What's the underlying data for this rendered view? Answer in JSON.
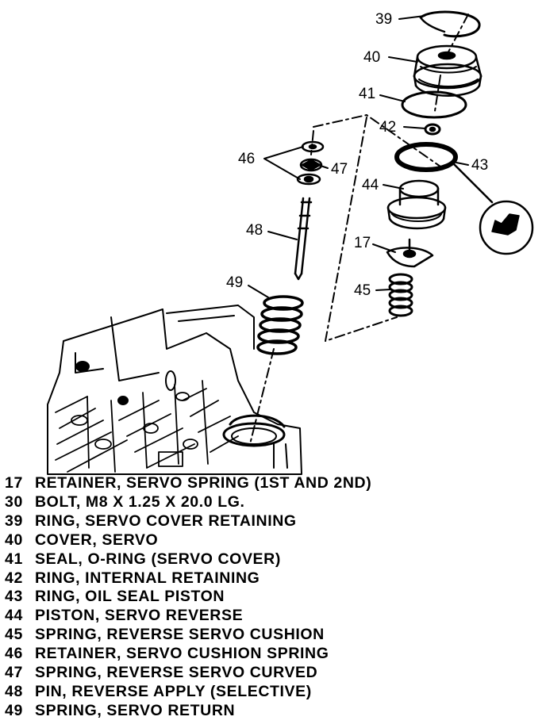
{
  "callouts": {
    "c17": "17",
    "c39": "39",
    "c40": "40",
    "c41": "41",
    "c42": "42",
    "c43": "43",
    "c44": "44",
    "c45": "45",
    "c46": "46",
    "c47": "47",
    "c48": "48",
    "c49": "49"
  },
  "legend": [
    {
      "num": "17",
      "text": "RETAINER, SERVO SPRING (1ST AND 2ND)"
    },
    {
      "num": "30",
      "text": "BOLT, M8 X 1.25 X 20.0 LG."
    },
    {
      "num": "39",
      "text": "RING, SERVO COVER RETAINING"
    },
    {
      "num": "40",
      "text": "COVER, SERVO"
    },
    {
      "num": "41",
      "text": "SEAL, O-RING (SERVO COVER)"
    },
    {
      "num": "42",
      "text": "RING, INTERNAL RETAINING"
    },
    {
      "num": "43",
      "text": "RING, OIL SEAL PISTON"
    },
    {
      "num": "44",
      "text": "PISTON, SERVO REVERSE"
    },
    {
      "num": "45",
      "text": "SPRING, REVERSE SERVO CUSHION"
    },
    {
      "num": "46",
      "text": "RETAINER, SERVO CUSHION SPRING"
    },
    {
      "num": "47",
      "text": "SPRING, REVERSE SERVO CURVED"
    },
    {
      "num": "48",
      "text": "PIN, REVERSE APPLY (SELECTIVE)"
    },
    {
      "num": "49",
      "text": "SPRING, SERVO RETURN"
    }
  ]
}
